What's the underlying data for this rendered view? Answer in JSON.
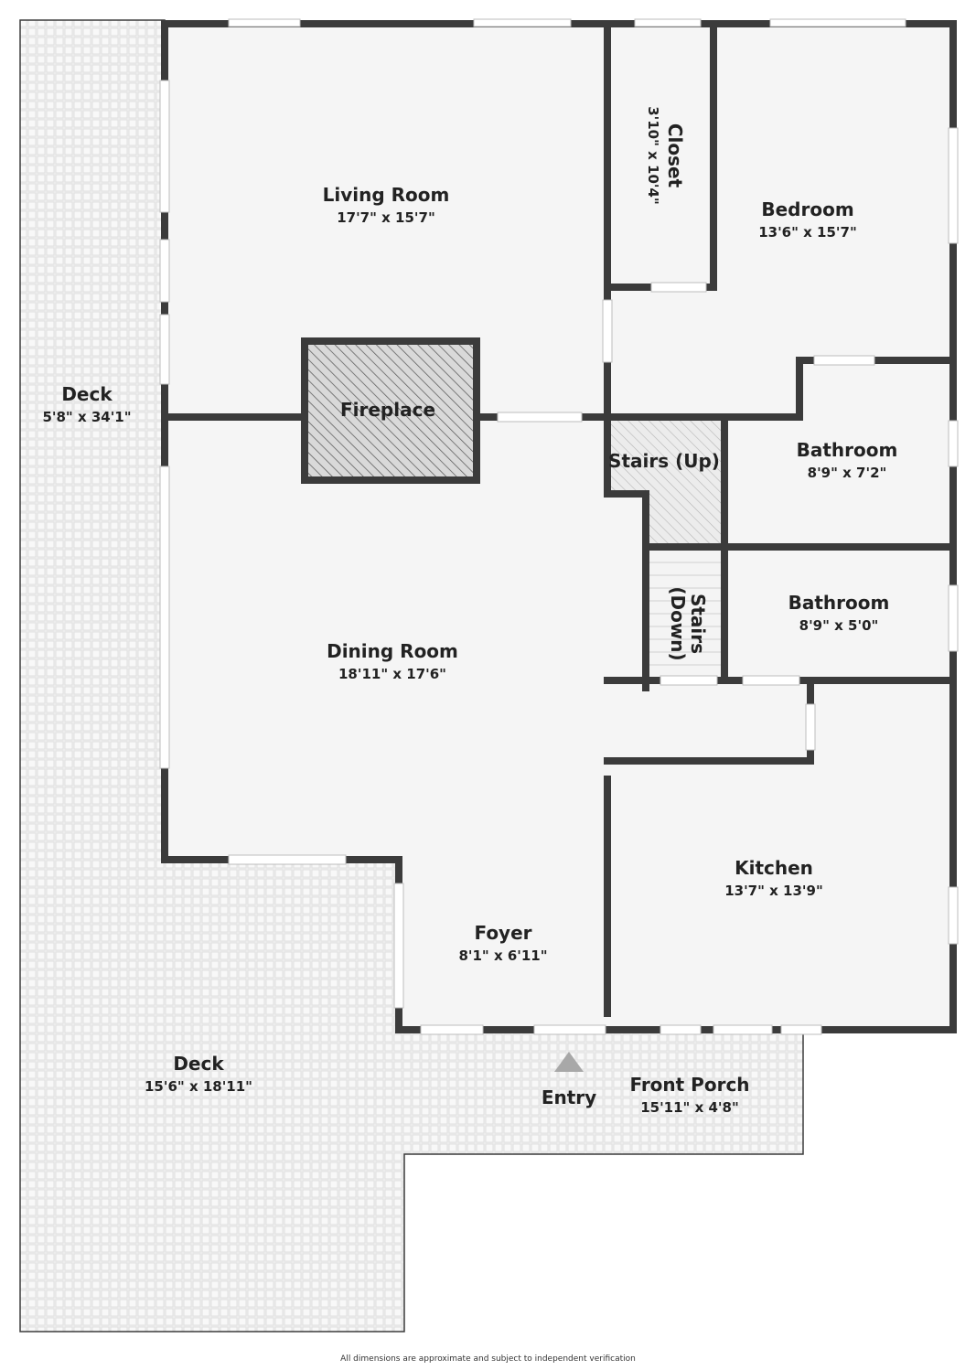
{
  "rooms": {
    "living_room": {
      "name": "Living Room",
      "dims": "17'7\" x 15'7\""
    },
    "closet": {
      "name": "Closet",
      "dims": "3'10\" x 10'4\""
    },
    "bedroom": {
      "name": "Bedroom",
      "dims": "13'6\" x 15'7\""
    },
    "deck_side": {
      "name": "Deck",
      "dims": "5'8\" x 34'1\""
    },
    "fireplace": {
      "name": "Fireplace"
    },
    "stairs_up": {
      "name": "Stairs (Up)"
    },
    "bathroom_1": {
      "name": "Bathroom",
      "dims": "8'9\" x 7'2\""
    },
    "stairs_down": {
      "name": "Stairs",
      "name2": "(Down)"
    },
    "bathroom_2": {
      "name": "Bathroom",
      "dims": "8'9\" x 5'0\""
    },
    "dining_room": {
      "name": "Dining Room",
      "dims": "18'11\" x 17'6\""
    },
    "kitchen": {
      "name": "Kitchen",
      "dims": "13'7\" x 13'9\""
    },
    "foyer": {
      "name": "Foyer",
      "dims": "8'1\" x 6'11\""
    },
    "deck_bottom": {
      "name": "Deck",
      "dims": "15'6\" x 18'11\""
    },
    "entry": {
      "name": "Entry"
    },
    "front_porch": {
      "name": "Front Porch",
      "dims": "15'11\" x 4'8\""
    }
  },
  "footer": "All dimensions are approximate and subject to independent verification",
  "colors": {
    "wall": "#3b3b3b",
    "floor": "#f5f5f5",
    "deck": "#ececec",
    "hatch": "#8a8a8a"
  }
}
